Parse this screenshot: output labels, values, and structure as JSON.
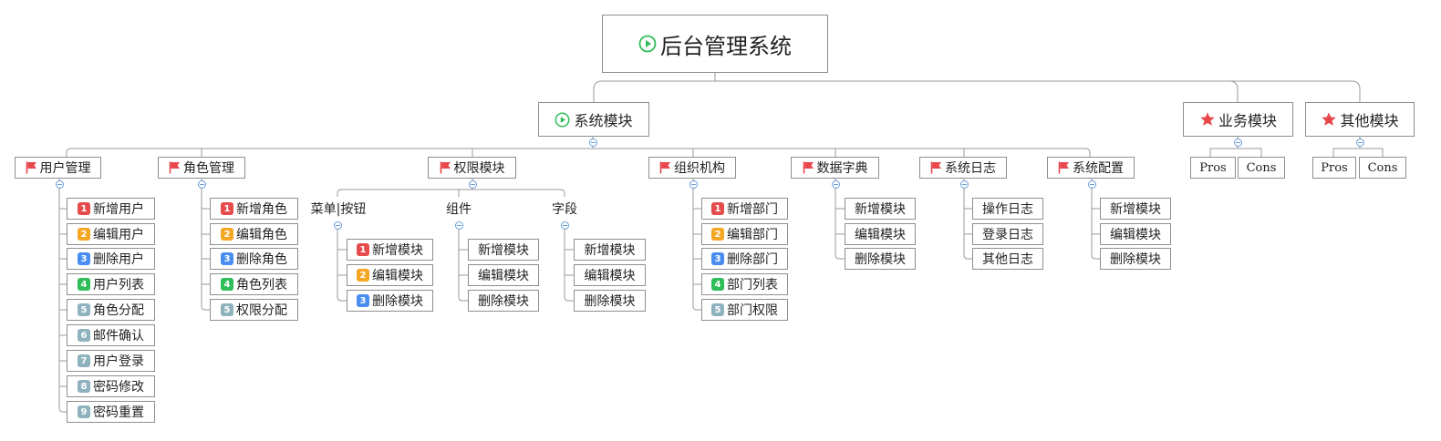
{
  "root": {
    "label": "后台管理系统",
    "icon": "play-circle-icon"
  },
  "level1": {
    "system": {
      "label": "系统模块",
      "icon": "play-circle-icon"
    },
    "business": {
      "label": "业务模块",
      "icon": "star-icon",
      "children": [
        "Pros",
        "Cons"
      ]
    },
    "other": {
      "label": "其他模块",
      "icon": "star-icon",
      "children": [
        "Pros",
        "Cons"
      ]
    }
  },
  "modules": [
    {
      "label": "用户管理",
      "icon": "flag-icon",
      "items": [
        "新增用户",
        "编辑用户",
        "删除用户",
        "用户列表",
        "角色分配",
        "邮件确认",
        "用户登录",
        "密码修改",
        "密码重置"
      ]
    },
    {
      "label": "角色管理",
      "icon": "flag-icon",
      "items": [
        "新增角色",
        "编辑角色",
        "删除角色",
        "角色列表",
        "权限分配"
      ]
    },
    {
      "label": "权限模块",
      "icon": "flag-icon",
      "groups": [
        {
          "label": "菜单|按钮",
          "items": [
            "新增模块",
            "编辑模块",
            "删除模块"
          ]
        },
        {
          "label": "组件",
          "items": [
            "新增模块",
            "编辑模块",
            "删除模块"
          ]
        },
        {
          "label": "字段",
          "items": [
            "新增模块",
            "编辑模块",
            "删除模块"
          ]
        }
      ]
    },
    {
      "label": "组织机构",
      "icon": "flag-icon",
      "items": [
        "新增部门",
        "编辑部门",
        "删除部门",
        "部门列表",
        "部门权限"
      ]
    },
    {
      "label": "数据字典",
      "icon": "flag-icon",
      "items": [
        "新增模块",
        "编辑模块",
        "删除模块"
      ]
    },
    {
      "label": "系统日志",
      "icon": "flag-icon",
      "items": [
        "操作日志",
        "登录日志",
        "其他日志"
      ]
    },
    {
      "label": "系统配置",
      "icon": "flag-icon",
      "items": [
        "新增模块",
        "编辑模块",
        "删除模块"
      ]
    }
  ],
  "badges": [
    "1",
    "2",
    "3",
    "4",
    "5",
    "6",
    "7",
    "8",
    "9"
  ],
  "colors": {
    "flag": "#e8474c",
    "play": "#2ebd59",
    "star": "#e8474c",
    "line": "#9a9a9a",
    "collapse": "#6a9dd8"
  }
}
